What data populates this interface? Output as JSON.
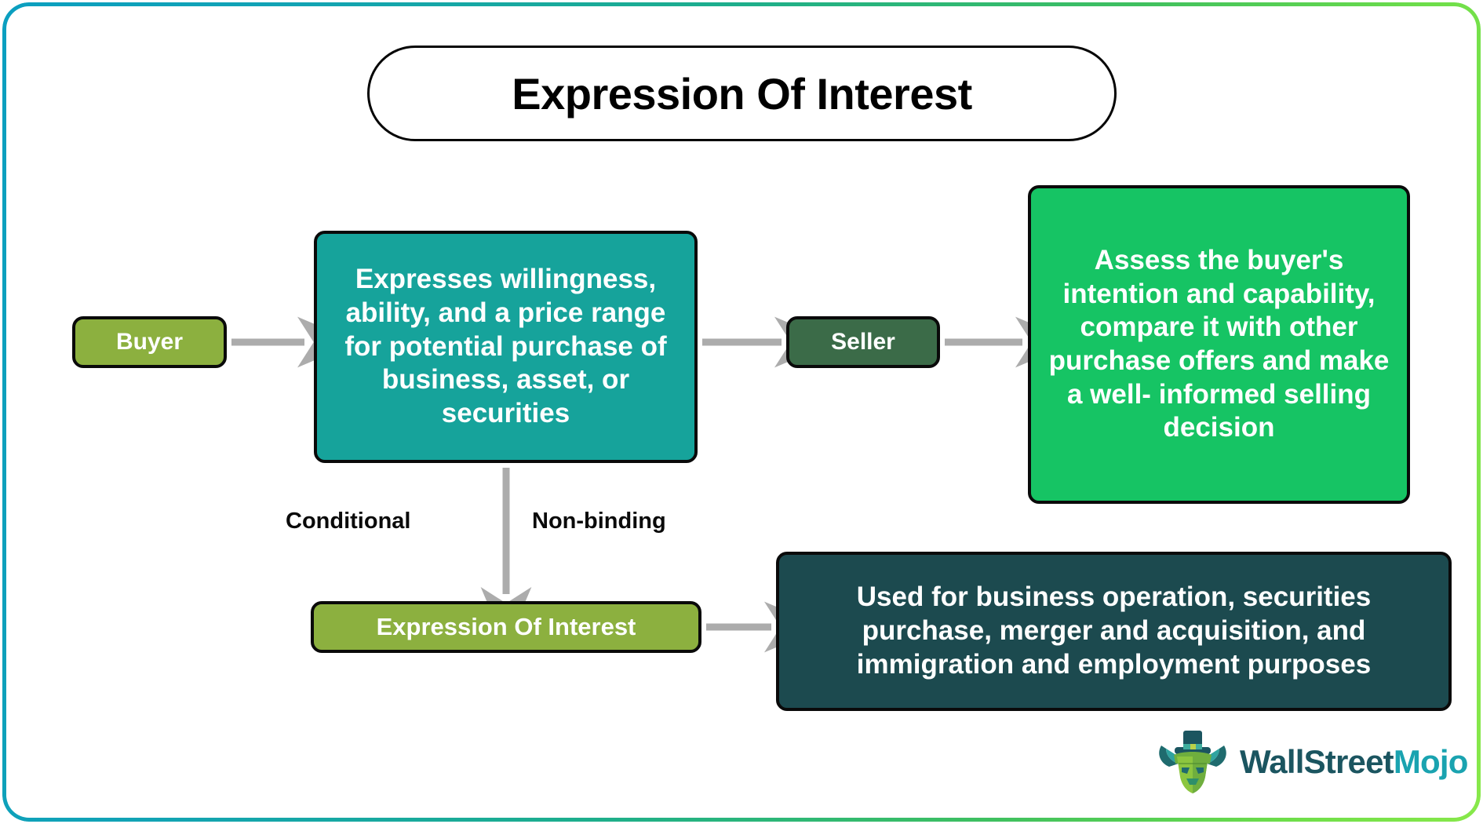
{
  "page": {
    "title": "Expression Of Interest",
    "background": "#ffffff",
    "border_gradient_from": "#0b9fc0",
    "border_gradient_to": "#88e84a"
  },
  "diagram": {
    "type": "flowchart",
    "nodes": [
      {
        "id": "buyer",
        "label": "Buyer",
        "fill": "#8CB03F",
        "text_color": "#ffffff"
      },
      {
        "id": "expresses",
        "label": "Expresses willingness, ability, and a price range for potential purchase of business, asset, or securities",
        "fill": "#16A39B",
        "text_color": "#ffffff"
      },
      {
        "id": "seller",
        "label": "Seller",
        "fill": "#3B6B48",
        "text_color": "#ffffff"
      },
      {
        "id": "assess",
        "label": "Assess the buyer's intention and capability, compare it with other purchase offers and make a well- informed selling decision",
        "fill": "#16C464",
        "text_color": "#ffffff"
      },
      {
        "id": "eoi",
        "label": "Expression Of Interest",
        "fill": "#8CB03F",
        "text_color": "#ffffff"
      },
      {
        "id": "used",
        "label": "Used for business operation, securities purchase, merger and acquisition, and immigration and employment purposes",
        "fill": "#1C4A4F",
        "text_color": "#ffffff"
      }
    ],
    "edges": [
      {
        "from": "buyer",
        "to": "expresses",
        "label": "",
        "color": "#ACACAC"
      },
      {
        "from": "expresses",
        "to": "seller",
        "label": "",
        "color": "#ACACAC"
      },
      {
        "from": "seller",
        "to": "assess",
        "label": "",
        "color": "#ACACAC"
      },
      {
        "from": "expresses",
        "to": "eoi",
        "label": "Conditional / Non-binding",
        "color": "#ACACAC"
      },
      {
        "from": "eoi",
        "to": "used",
        "label": "",
        "color": "#ACACAC"
      }
    ],
    "edge_labels": {
      "conditional": "Conditional",
      "non_binding": "Non-binding"
    }
  },
  "logo": {
    "mark": "bull-with-tophat-icon",
    "text_primary": "WallStreet",
    "text_secondary": "Mojo",
    "color_primary": "#1b5560",
    "color_secondary": "#1aa3b0"
  }
}
